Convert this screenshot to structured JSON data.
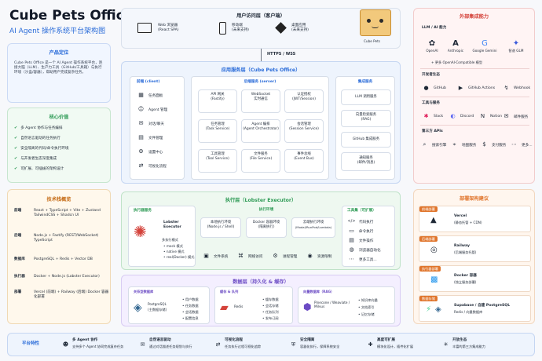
{
  "header": {
    "title": "Cube Pets Office",
    "subtitle": "AI Agent 操作系统平台架构图"
  },
  "client_layer": {
    "title": "用户访问层（客户端）",
    "items": [
      {
        "label": "Web 浏览器",
        "sub": "(React SPA)"
      },
      {
        "label": "移动端",
        "sub": "(未来支持)"
      },
      {
        "label": "桌面应用",
        "sub": "(未来支持)"
      }
    ]
  },
  "mascot": {
    "label": "Cube Pets"
  },
  "protocol": "HTTPS / WSS",
  "product": {
    "title": "产品定位",
    "text": "Cube Pets Office 是一个 AI Agent 操作系统平台，连接大脑（LLM）、生产力工具（GitHub/工具箱）与执行环境（沙盒/容器），帮助用户完成复杂任务。"
  },
  "values": {
    "title": "核心价值",
    "items": [
      "多 Agent 协作与任务编排",
      "自然语言驱动的任务执行",
      "安全隔离的代码/命令执行环境",
      "与开发者生态深度集成",
      "可扩展、可插拔的架构设计"
    ]
  },
  "tech": {
    "title": "技术栈概览",
    "rows": [
      {
        "k": "前端",
        "v": "React + TypeScript + Vite + Zustand TailwindCSS + Shadcn UI"
      },
      {
        "k": "后端",
        "v": "Node.js + Fastify (REST/WebSocket) TypeScript"
      },
      {
        "k": "数据库",
        "v": "PostgreSQL + Redis + Vector DB"
      },
      {
        "k": "执行器",
        "v": "Docker + Node.js (Lobster Executor)"
      },
      {
        "k": "部署",
        "v": "Vercel (前端) + Railway (后端) Docker 容器化部署"
      }
    ]
  },
  "app_layer": {
    "title": "应用服务层（Cube Pets Office）",
    "frontend": {
      "title": "前端 (client)",
      "items": [
        "任务面板",
        "Agent 管理",
        "对话/聊天",
        "文件管理",
        "设置中心",
        "可视化流程"
      ]
    },
    "backend": {
      "title": "后端服务 (server)",
      "boxes": [
        [
          "API 网关",
          "(Fastify)"
        ],
        [
          "WebSocket",
          "实时通信"
        ],
        [
          "认证授权",
          "(JWT/Session)"
        ],
        [
          "任务管理",
          "(Task Service)"
        ],
        [
          "Agent 编排",
          "(Agent Orchestrator)"
        ],
        [
          "会话管理",
          "(Session Service)"
        ],
        [
          "工具管理",
          "(Tool Service)"
        ],
        [
          "文件服务",
          "(File Service)"
        ],
        [
          "事件总线",
          "(Event Bus)"
        ]
      ]
    },
    "integration": {
      "title": "集成服务",
      "boxes": [
        [
          "LLM 调用服务",
          ""
        ],
        [
          "向量检索服务",
          "(RAG)"
        ],
        [
          "GitHub 集成服务",
          ""
        ],
        [
          "通知服务",
          "(邮件/消息)"
        ]
      ]
    }
  },
  "exec_layer": {
    "title": "执行层（Lobster Executor）",
    "executor": {
      "title": "执行器服务",
      "name": "Lobster Executor",
      "modes_title": "多执行模式",
      "modes": [
        "mock 模式",
        "native 模式",
        "real(Docker) 模式"
      ]
    },
    "env": {
      "title": "执行环境",
      "boxes": [
        [
          "本地执行环境",
          "(Node.js / Shell)"
        ],
        [
          "Docker 容器环境",
          "(隔离执行)"
        ],
        [
          "云端执行环境",
          "(Modal/RunPod/Lambda)"
        ]
      ]
    },
    "bottom": [
      "文件系统",
      "网络访问",
      "进程管理",
      "资源限制"
    ],
    "tools": {
      "title": "工具集（可扩展）",
      "items": [
        "代码执行",
        "命令执行",
        "文件操作",
        "浏览器自动化",
        "更多工具..."
      ]
    }
  },
  "data_layer": {
    "title": "数据层（持久化 & 缓存）",
    "rel": {
      "title": "关系型数据库",
      "name": "PostgreSQL",
      "sub": "(主数据存储)",
      "items": [
        "用户数据",
        "任务数据",
        "会话数据",
        "配置信息"
      ]
    },
    "cache": {
      "title": "缓存 & 队列",
      "name": "Redis",
      "items": [
        "缓存数据",
        "会话存储",
        "任务队列",
        "发布订阅"
      ]
    },
    "vector": {
      "title": "向量数据库（RAG）",
      "name": "Pinecone / Weaviate / Milvus",
      "items": [
        "知识库向量",
        "文档索引",
        "记忆存储"
      ]
    }
  },
  "external": {
    "title": "外部集成能力",
    "llm": {
      "title": "LLM / AI 能力",
      "items": [
        "OpenAI",
        "Anthropic",
        "Google Gemini",
        "智谱 GLM"
      ],
      "more": "更多 OpenAI-Compatible 模型"
    },
    "dev": {
      "title": "开发者生态",
      "items": [
        "GitHub",
        "GitHub Actions",
        "Webhook"
      ]
    },
    "tools": {
      "title": "工具与服务",
      "items": [
        "Slack",
        "Discord",
        "Notion",
        "邮件服务"
      ]
    },
    "third": {
      "title": "第三方 APIs",
      "items": [
        "搜索引擎",
        "地图服务",
        "支付服务",
        "更多..."
      ]
    }
  },
  "deploy": {
    "title": "部署架构建议",
    "items": [
      {
        "tag": "前端部署",
        "name": "Vercel",
        "sub": "(静态托管 + CDN)"
      },
      {
        "tag": "后端部署",
        "name": "Railway",
        "sub": "(后端服务托管)"
      },
      {
        "tag": "执行器部署",
        "name": "Docker 容器",
        "sub": "(独立服务部署)"
      },
      {
        "tag": "数据存储",
        "name": "Supabase / 自建 PostgreSQL",
        "sub": "Redis / 向量数据库"
      }
    ]
  },
  "features": {
    "title": "平台特性",
    "items": [
      {
        "label": "多 Agent 协作",
        "sub": "支持多个 Agent 协同完成复杂任务"
      },
      {
        "label": "自然语言驱动",
        "sub": "通过对话描述任务规划与执行"
      },
      {
        "label": "可视化流程",
        "sub": "任务执行过程可视化追踪"
      },
      {
        "label": "安全隔离",
        "sub": "容器化执行，保障系统安全"
      },
      {
        "label": "高度可扩展",
        "sub": "模块化设计，插件化扩展"
      },
      {
        "label": "开放生态",
        "sub": "丰富的第三方集成能力"
      }
    ]
  },
  "colors": {
    "blue": "#2b6cd9",
    "green": "#2f9b56",
    "orange": "#e0752c",
    "purple": "#6b4bc4",
    "red": "#d4433b"
  }
}
